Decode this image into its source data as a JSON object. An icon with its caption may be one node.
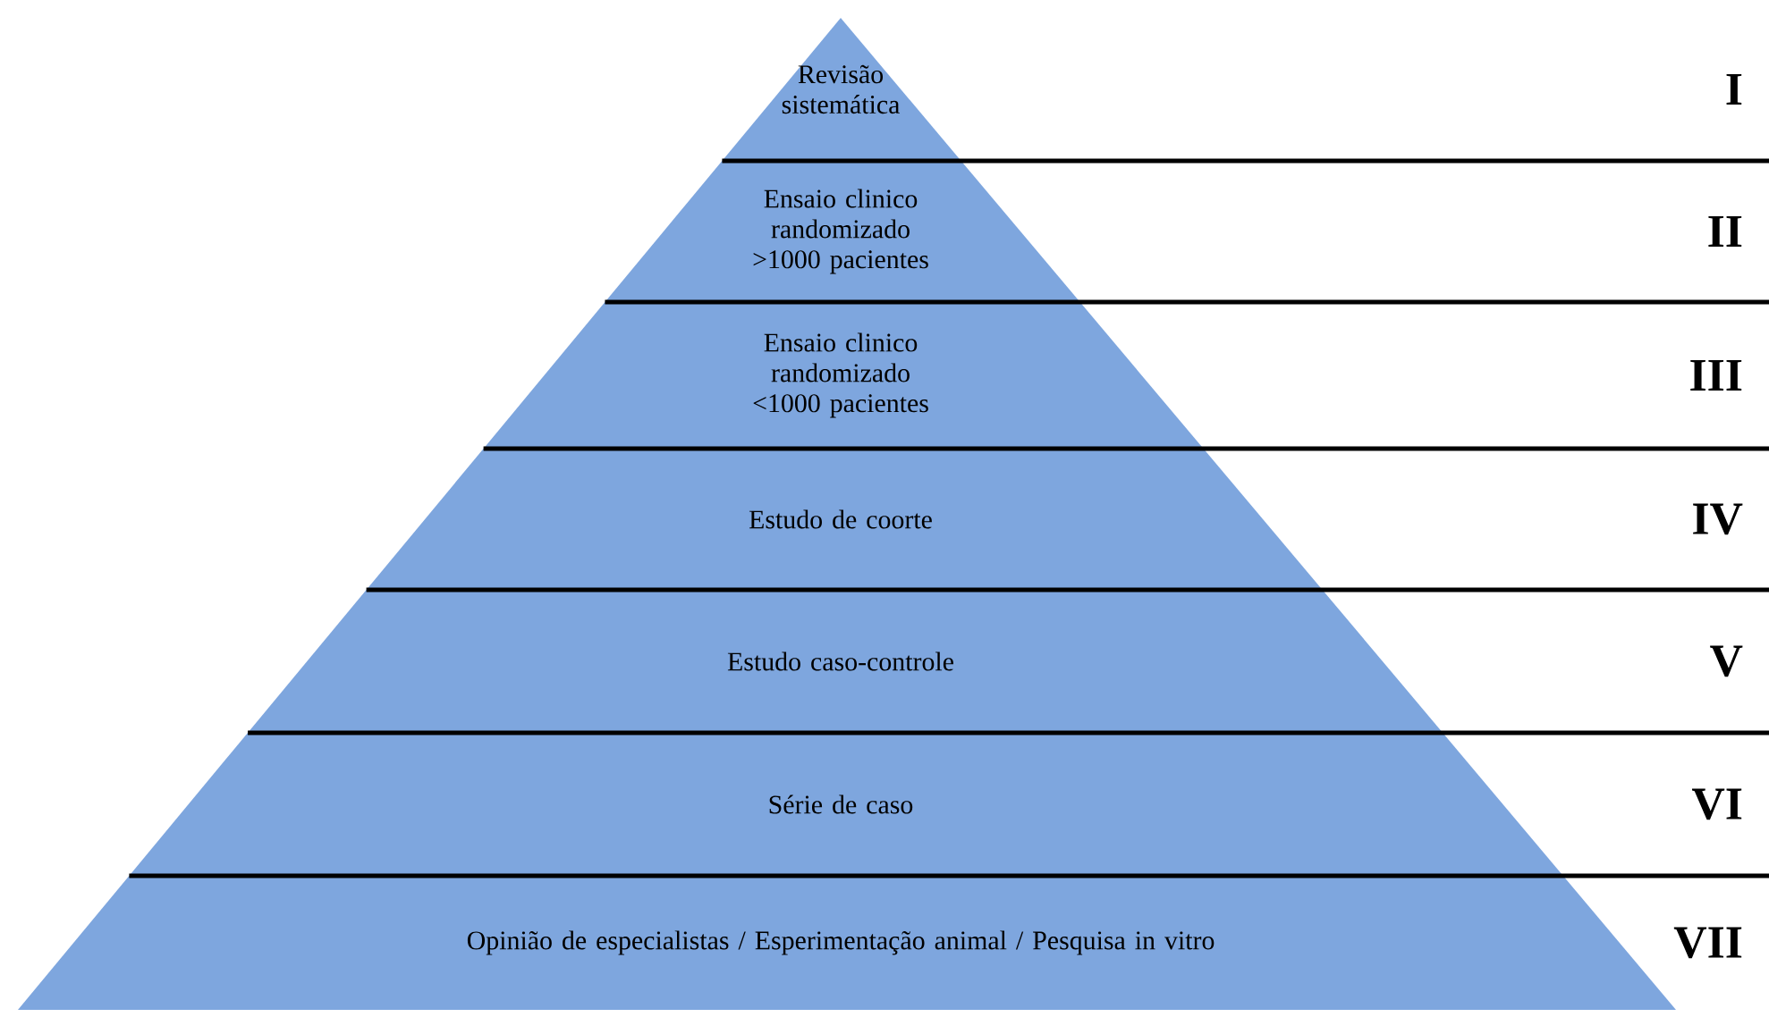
{
  "diagram": {
    "nodes": [
      {
        "text": [
          "Revisão sistemática"
        ]
      },
      {
        "text": [
          "Ensaio clinico randomizado >1000 pacientes"
        ]
      },
      {
        "text": [
          "Ensaio clinico randomizado <1000 pacientes"
        ]
      },
      {
        "text": [
          "Estudo de coorte"
        ]
      },
      {
        "text": [
          "Estudo caso-controle"
        ]
      },
      {
        "text": [
          "Série de caso"
        ]
      },
      {
        "text": [
          "Opinião de especialistas / Esperimentação animal / Pesquisa in vitro"
        ]
      }
    ],
    "labels": [
      "I",
      "II",
      "III",
      "IV",
      "V",
      "VI",
      "VII"
    ]
  }
}
